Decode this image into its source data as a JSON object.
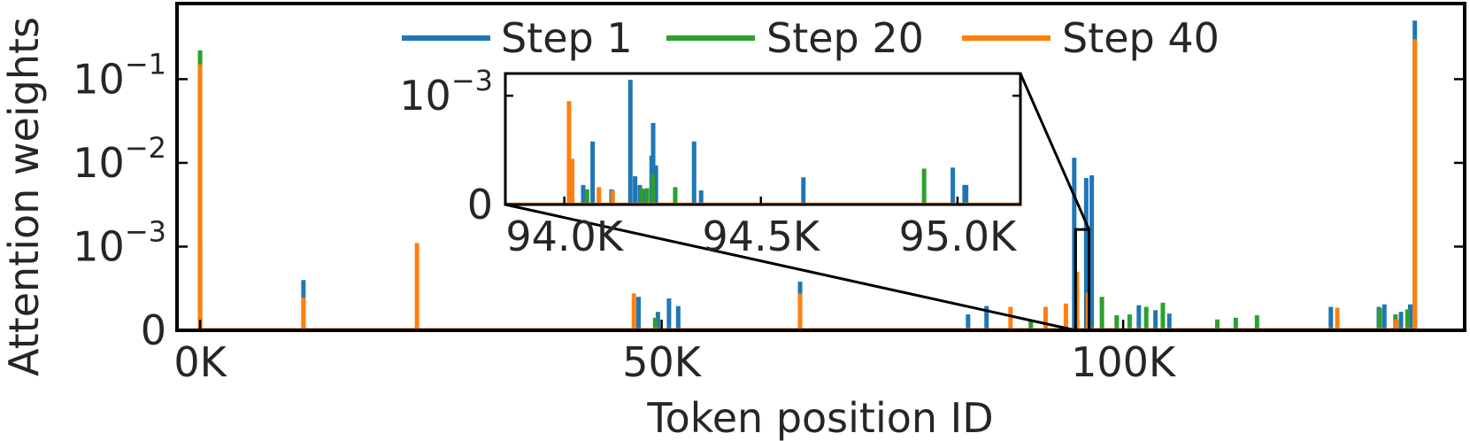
{
  "chart_data": {
    "type": "line",
    "title": "",
    "xlabel": "Token position ID",
    "ylabel": "Attention weights",
    "x_scale": "linear",
    "y_scale": "symlog",
    "xlim": [
      -2500,
      137000
    ],
    "ylim": [
      0,
      0.8
    ],
    "xticks": [
      {
        "value": 0,
        "label": "0K"
      },
      {
        "value": 50000,
        "label": "50K"
      },
      {
        "value": 100000,
        "label": "100K"
      }
    ],
    "yticks": [
      {
        "value": 0,
        "label": "0"
      },
      {
        "value": 0.001,
        "label": "10",
        "exp": "−3"
      },
      {
        "value": 0.01,
        "label": "10",
        "exp": "−2"
      },
      {
        "value": 0.1,
        "label": "10",
        "exp": "−1"
      }
    ],
    "legend": {
      "position": "top-center",
      "frame": false
    },
    "grid": false,
    "series": [
      {
        "name": "Step 1",
        "color": "#1f77b4",
        "points": [
          {
            "x": 0,
            "y": 0.001
          },
          {
            "x": 11200,
            "y": 0.0006
          },
          {
            "x": 47500,
            "y": 0.0004
          },
          {
            "x": 49600,
            "y": 0.00022
          },
          {
            "x": 50800,
            "y": 0.00038
          },
          {
            "x": 51800,
            "y": 0.00029
          },
          {
            "x": 65000,
            "y": 0.00058
          },
          {
            "x": 83200,
            "y": 0.00019
          },
          {
            "x": 85200,
            "y": 0.00029
          },
          {
            "x": 94700,
            "y": 0.0115
          },
          {
            "x": 96000,
            "y": 0.0066
          },
          {
            "x": 96600,
            "y": 0.0071
          },
          {
            "x": 101700,
            "y": 0.0003
          },
          {
            "x": 103500,
            "y": 0.00024
          },
          {
            "x": 105000,
            "y": 0.0002
          },
          {
            "x": 122500,
            "y": 0.00028
          },
          {
            "x": 127700,
            "y": 0.00028
          },
          {
            "x": 128300,
            "y": 0.00031
          },
          {
            "x": 130100,
            "y": 0.00022
          },
          {
            "x": 131100,
            "y": 0.00031
          },
          {
            "x": 131600,
            "y": 0.5
          }
        ]
      },
      {
        "name": "Step 20",
        "color": "#2ca02c",
        "points": [
          {
            "x": 0,
            "y": 0.22
          },
          {
            "x": 49300,
            "y": 0.00015
          },
          {
            "x": 90000,
            "y": 0.00012
          },
          {
            "x": 95000,
            "y": 0.00044
          },
          {
            "x": 97700,
            "y": 0.0004
          },
          {
            "x": 99300,
            "y": 0.00018
          },
          {
            "x": 100700,
            "y": 0.00019
          },
          {
            "x": 102500,
            "y": 0.00028
          },
          {
            "x": 104300,
            "y": 0.00033
          },
          {
            "x": 110200,
            "y": 0.00013
          },
          {
            "x": 112200,
            "y": 0.00015
          },
          {
            "x": 114500,
            "y": 0.00018
          },
          {
            "x": 127800,
            "y": 0.00026
          },
          {
            "x": 129500,
            "y": 0.00019
          },
          {
            "x": 130800,
            "y": 0.00025
          }
        ]
      },
      {
        "name": "Step 40",
        "color": "#ff7f0e",
        "points": [
          {
            "x": 0,
            "y": 0.15
          },
          {
            "x": 11200,
            "y": 0.00039
          },
          {
            "x": 23500,
            "y": 0.0011
          },
          {
            "x": 47000,
            "y": 0.00044
          },
          {
            "x": 65000,
            "y": 0.00044
          },
          {
            "x": 87800,
            "y": 0.00028
          },
          {
            "x": 91600,
            "y": 0.00028
          },
          {
            "x": 93800,
            "y": 0.00032
          },
          {
            "x": 95000,
            "y": 0.0007
          },
          {
            "x": 96200,
            "y": 0.00045
          },
          {
            "x": 123200,
            "y": 0.00027
          },
          {
            "x": 129600,
            "y": 0.00013
          },
          {
            "x": 131600,
            "y": 0.3
          }
        ]
      }
    ],
    "inset": {
      "xlim": [
        93850,
        95160
      ],
      "ylim": [
        0,
        0.0016
      ],
      "y_scale": "symlog",
      "xticks": [
        {
          "value": 94000,
          "label": "94.0K"
        },
        {
          "value": 94500,
          "label": "94.5K"
        },
        {
          "value": 95000,
          "label": "95.0K"
        }
      ],
      "yticks": [
        {
          "value": 0,
          "label": "0"
        },
        {
          "value": 0.001,
          "label": "10",
          "exp": "−3"
        }
      ],
      "zoom_source": {
        "x": [
          94850,
          96300
        ],
        "y": [
          0,
          0.0016
        ]
      },
      "series": [
        {
          "name": "Step 1",
          "color": "#1f77b4",
          "points": [
            {
              "x": 94048,
              "y": 0.00018
            },
            {
              "x": 94072,
              "y": 0.00058
            },
            {
              "x": 94120,
              "y": 0.00014
            },
            {
              "x": 94168,
              "y": 0.0014
            },
            {
              "x": 94180,
              "y": 0.00026
            },
            {
              "x": 94192,
              "y": 0.00018
            },
            {
              "x": 94205,
              "y": 0.00014
            },
            {
              "x": 94222,
              "y": 0.00045
            },
            {
              "x": 94226,
              "y": 0.00075
            },
            {
              "x": 94233,
              "y": 0.00036
            },
            {
              "x": 94330,
              "y": 0.00058
            },
            {
              "x": 94348,
              "y": 0.00013
            },
            {
              "x": 94608,
              "y": 0.00025
            },
            {
              "x": 94988,
              "y": 0.00034
            },
            {
              "x": 95018,
              "y": 0.00018
            },
            {
              "x": 95022,
              "y": 0.00018
            }
          ]
        },
        {
          "name": "Step 20",
          "color": "#2ca02c",
          "points": [
            {
              "x": 94058,
              "y": 0.00014
            },
            {
              "x": 94196,
              "y": 0.00015
            },
            {
              "x": 94210,
              "y": 0.00015
            },
            {
              "x": 94225,
              "y": 0.00028
            },
            {
              "x": 94282,
              "y": 0.00016
            },
            {
              "x": 94915,
              "y": 0.00033
            }
          ]
        },
        {
          "name": "Step 40",
          "color": "#ff7f0e",
          "points": [
            {
              "x": 94012,
              "y": 0.00095
            },
            {
              "x": 94020,
              "y": 0.00042
            },
            {
              "x": 94088,
              "y": 0.00016
            },
            {
              "x": 94123,
              "y": 0.00013
            }
          ]
        }
      ]
    }
  }
}
